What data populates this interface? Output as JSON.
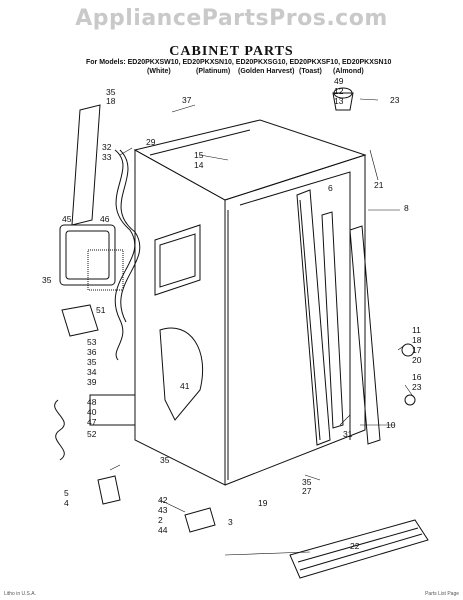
{
  "watermark": "AppliancePartsPros.com",
  "title": "CABINET PARTS",
  "models_line": "For Models: ED20PKXSW10, ED20PKXSN10, ED20PKXSG10, ED20PKXSF10, ED20PKXSN10",
  "colors": [
    "(White)",
    "(Platinum)",
    "(Golden Harvest)",
    "(Toast)",
    "(Almond)"
  ],
  "callouts": [
    "35",
    "18",
    "37",
    "32",
    "33",
    "29",
    "45",
    "46",
    "35",
    "51",
    "53",
    "36",
    "35",
    "34",
    "39",
    "48",
    "40",
    "47",
    "52",
    "5",
    "4",
    "35",
    "42",
    "43",
    "2",
    "44",
    "19",
    "3",
    "35",
    "27",
    "22",
    "41",
    "15",
    "14",
    "6",
    "49",
    "12",
    "13",
    "23",
    "21",
    "8",
    "11",
    "18",
    "17",
    "20",
    "16",
    "23",
    "31",
    "10"
  ],
  "footer_left": "Litho in U.S.A.",
  "footer_right": "Parts List Page"
}
